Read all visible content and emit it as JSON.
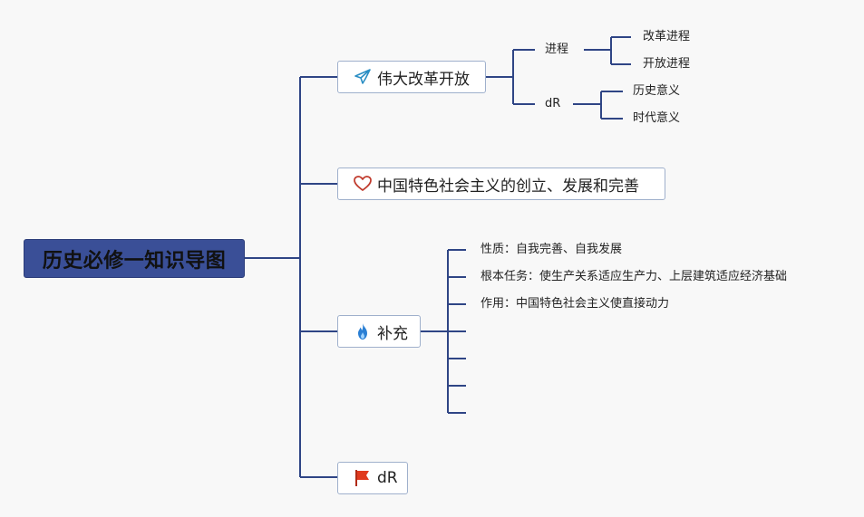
{
  "root": "历史必修一知识导图",
  "branches": [
    {
      "label": "伟大改革开放",
      "icon": "paper-plane-icon",
      "children": [
        {
          "label": "进程",
          "children": [
            "改革进程",
            "开放进程"
          ]
        },
        {
          "label": "dR",
          "children": [
            "历史意义",
            "时代意义"
          ]
        }
      ]
    },
    {
      "label": "中国特色社会主义的创立、发展和完善",
      "icon": "heart-icon"
    },
    {
      "label": "补充",
      "icon": "flame-icon",
      "children": [
        "性质：自我完善、自我发展",
        "根本任务：使生产关系适应生产力、上层建筑适应经济基础",
        "作用：中国特色社会主义使直接动力",
        "",
        "",
        "",
        ""
      ]
    },
    {
      "label": "dR",
      "icon": "flag-icon"
    }
  ],
  "colors": {
    "line": "#2f4585",
    "root_fill": "#3a4f97",
    "box_border": "#9fb0cc",
    "plane": "#2a8ec4",
    "heart": "#c0392b",
    "flame": "#2a7fd4",
    "flag": "#e03a1e"
  }
}
